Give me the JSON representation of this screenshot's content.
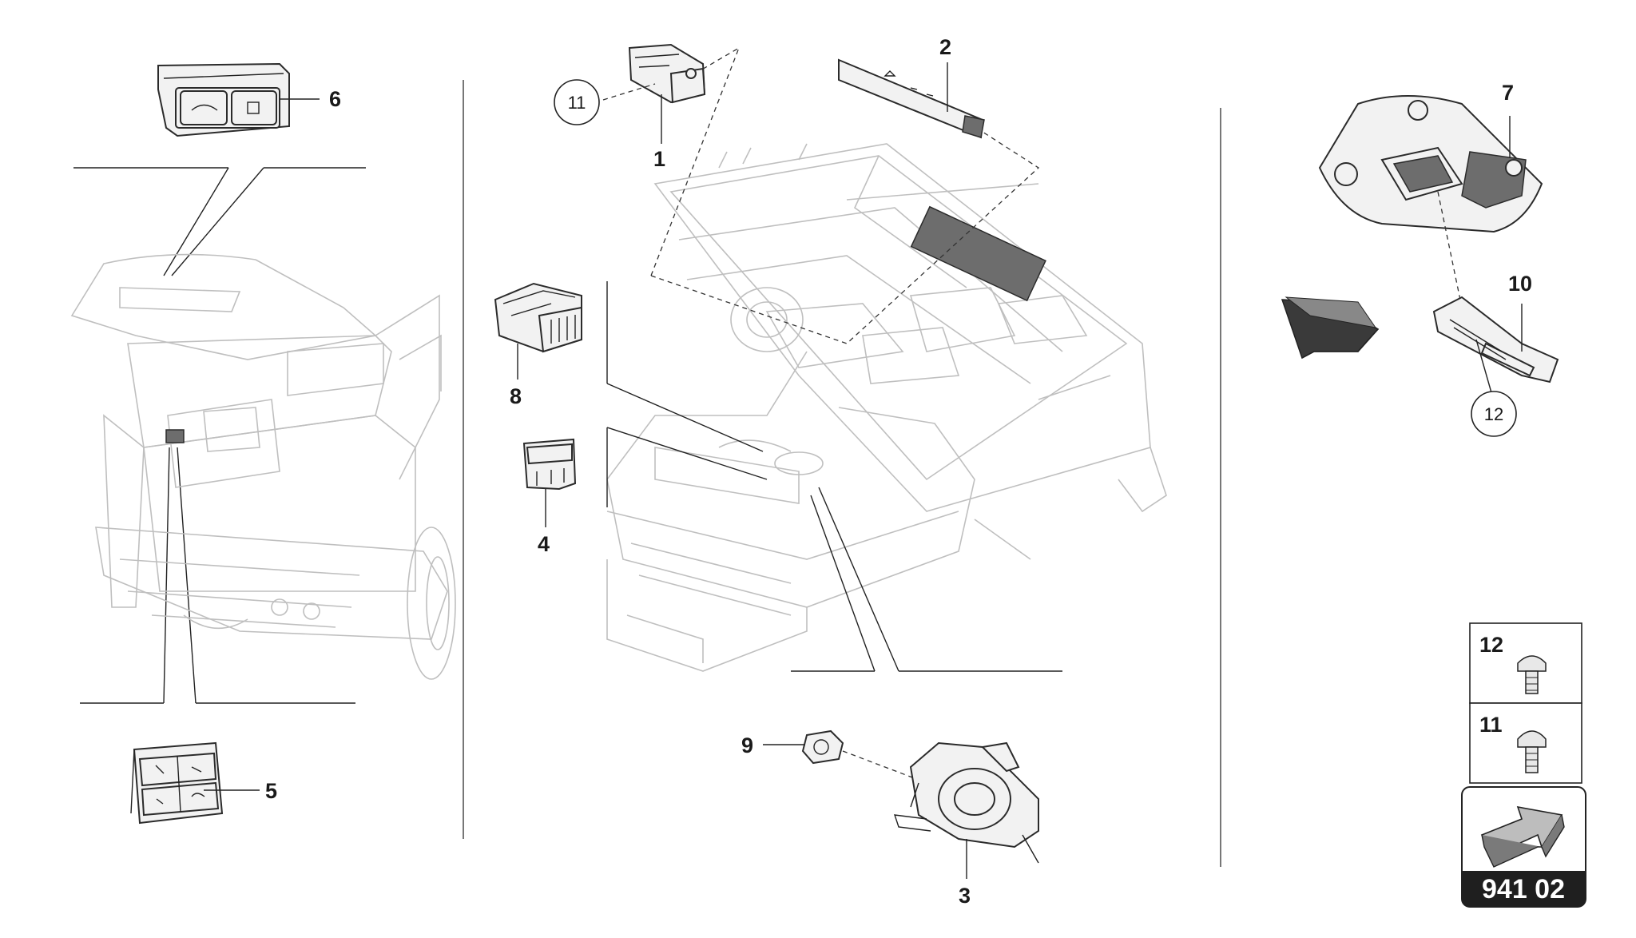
{
  "callouts": {
    "c1": "1",
    "c2": "2",
    "c3": "3",
    "c4": "4",
    "c5": "5",
    "c6": "6",
    "c7": "7",
    "c8": "8",
    "c9": "9",
    "c10": "10",
    "c11": "11",
    "c12": "12"
  },
  "circled": {
    "c11": "11",
    "c12": "12"
  },
  "legend": {
    "row1": "12",
    "row2": "11"
  },
  "page_ref": "941 02",
  "colors": {
    "line": "#2b2b2b",
    "ghost": "#bfbfbf",
    "shade": "#6d6d6d",
    "badge": "#1f1f1f"
  }
}
